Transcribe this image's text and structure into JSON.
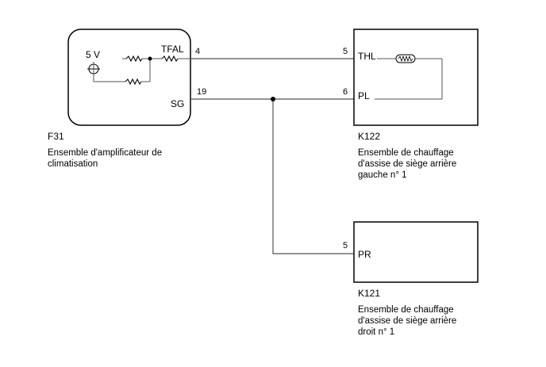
{
  "components": {
    "amp": {
      "code": "F31",
      "desc_lines": [
        "Ensemble d'amplificateur de",
        "climatisation"
      ],
      "supply": "5 V",
      "terminals": [
        {
          "pin": "4",
          "signal": "TFAL"
        },
        {
          "pin": "19",
          "signal": "SG"
        }
      ]
    },
    "left_heater": {
      "code": "K122",
      "desc_lines": [
        "Ensemble de chauffage",
        "d'assise de siège arrière",
        "gauche n° 1"
      ],
      "terminals": [
        {
          "pin": "5",
          "signal": "THL"
        },
        {
          "pin": "6",
          "signal": "PL"
        }
      ]
    },
    "right_heater": {
      "code": "K121",
      "desc_lines": [
        "Ensemble de chauffage",
        "d'assise de siège arrière",
        "droit n° 1"
      ],
      "terminals": [
        {
          "pin": "5",
          "signal": "PR"
        }
      ]
    }
  },
  "colors": {
    "wire": "#555555",
    "outline": "#000000",
    "background": "#ffffff"
  }
}
